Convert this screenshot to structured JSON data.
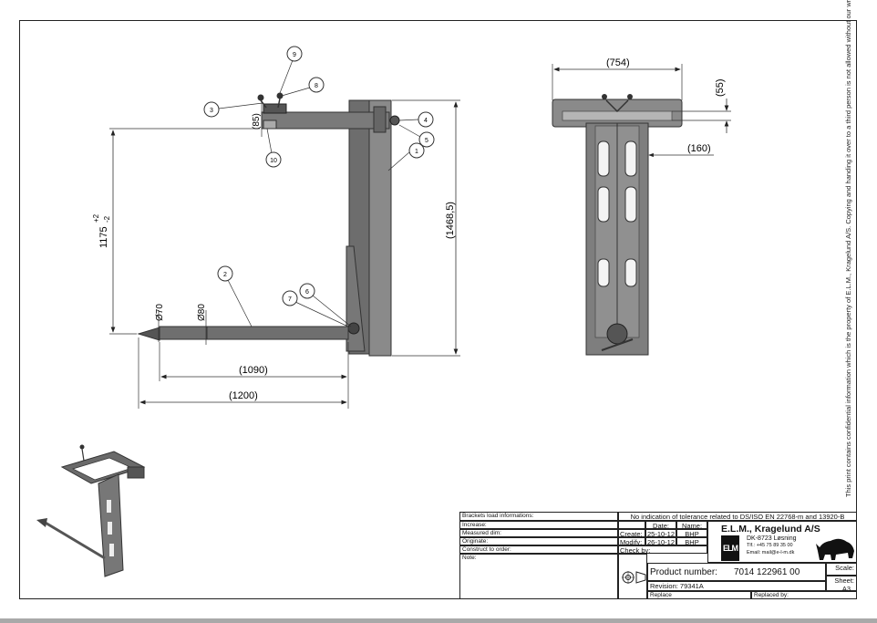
{
  "drawing": {
    "side_view": {
      "dims": {
        "top_height": "(85)",
        "vertical": "1175",
        "vertical_tol_plus": "+2",
        "vertical_tol_minus": "-2",
        "total_height": "(1468,5)",
        "dia_tip": "Ø70",
        "dia_shaft": "Ø80",
        "spike_len": "(1090)",
        "overall_len": "(1200)"
      },
      "balloons": [
        "1",
        "2",
        "3",
        "4",
        "5",
        "6",
        "7",
        "8",
        "9",
        "10"
      ]
    },
    "front_view": {
      "dims": {
        "width": "(754)",
        "height": "(55)",
        "offset": "(160)"
      }
    },
    "side_note": "This print contains confidential information which is the property of E.L.M., Kragelund A/S. Copying and handing it over to a third person is not allowed without our written permission."
  },
  "title_block": {
    "brackets_load": "Brackets load informations:",
    "increase": "Increase:",
    "measured_dim": "Measured dim:",
    "originate": "Originate:",
    "construct_to_order": "Construct to order:",
    "note": "Note:",
    "tolerance_note": "No indication of tolerance related to DS/ISO EN 22768-m and 13920-B",
    "date_header": "Date:",
    "name_header": "Name:",
    "create_label": "Create:",
    "create_date": "25-10-12",
    "create_name": "BHP",
    "modify_label": "Modify:",
    "modify_date": "26-10-12",
    "modify_name": "BHP",
    "check_by": "Check by:",
    "company_name": "E.L.M., Kragelund A/S",
    "company_addr": "DK-8723 Løsning",
    "company_tlf": "Tlf.: +45 75 89 35 00",
    "company_email": "Email: mail@e-l-m.dk",
    "logo_text": "ELM",
    "product_label": "Product number:",
    "product_number": "7014 122961 00",
    "revision": "Revision: 79341A",
    "replace": "Replace",
    "replaced_by": "Replaced by:",
    "scale": "Scale:",
    "sheet": "Sheet:",
    "sheet_value": "A3"
  }
}
